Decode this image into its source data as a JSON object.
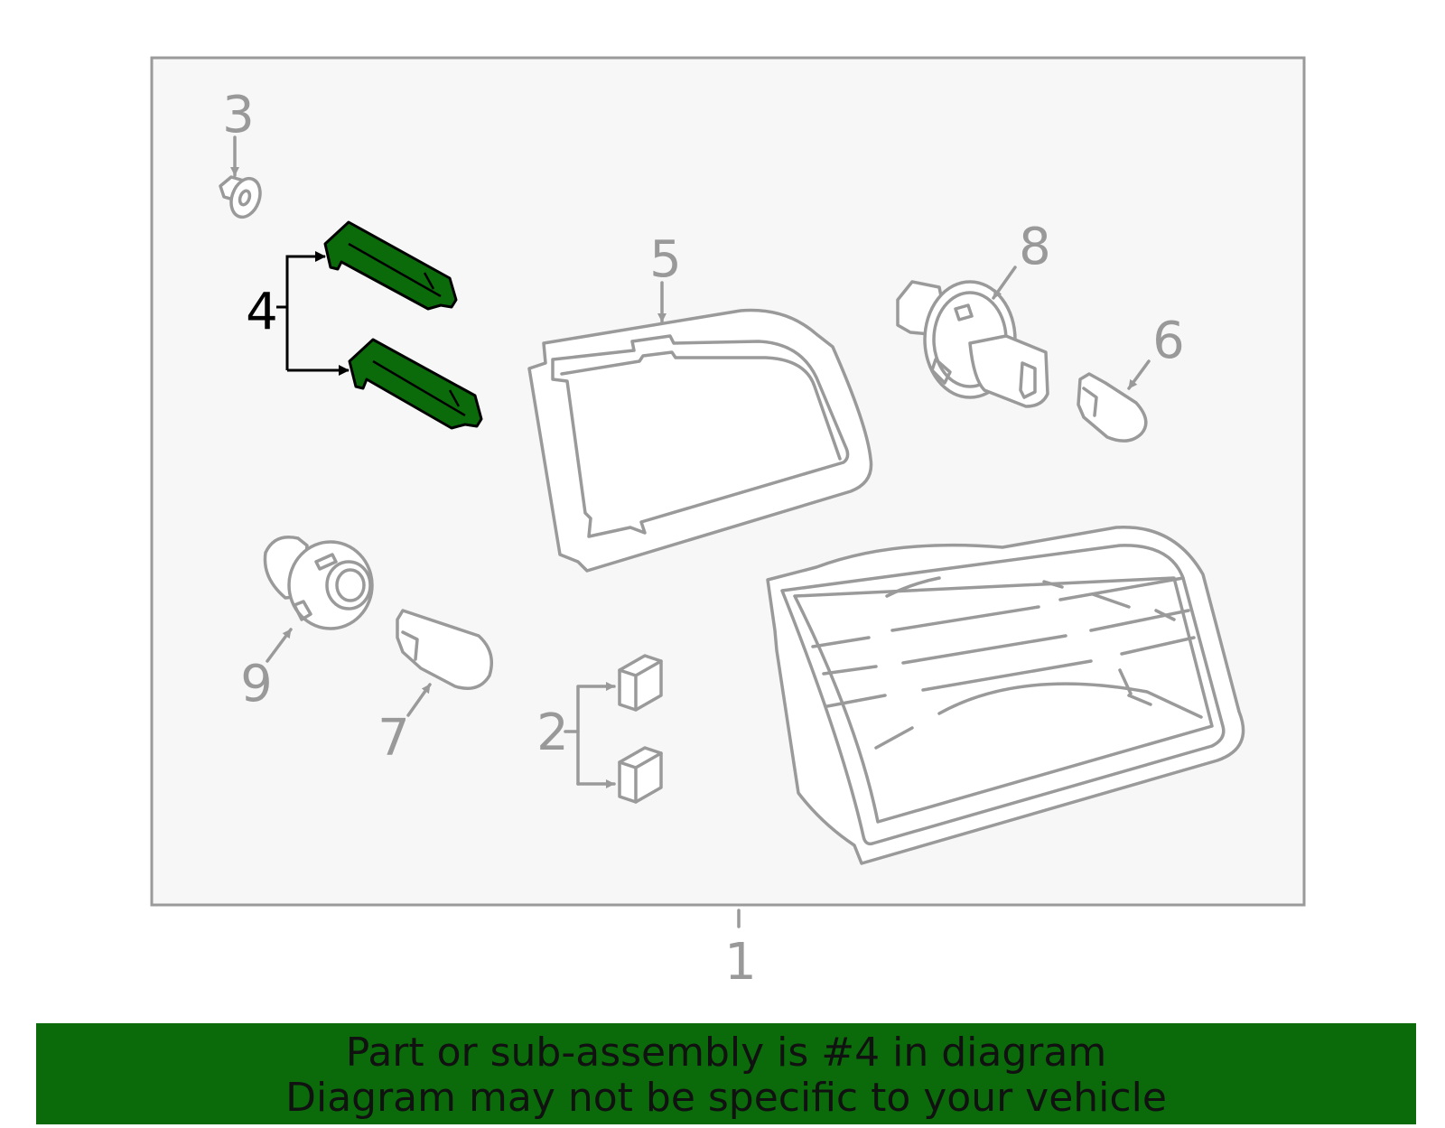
{
  "colors": {
    "highlight": "#0b6b0b",
    "outline": "#9a9a9a",
    "panel": "#f7f7f7"
  },
  "callouts": {
    "c1": "1",
    "c2": "2",
    "c3": "3",
    "c4": "4",
    "c5": "5",
    "c6": "6",
    "c7": "7",
    "c8": "8",
    "c9": "9"
  },
  "banner": {
    "line1": "Part or sub-assembly is #4 in diagram",
    "line2": "Diagram may not be specific to your vehicle"
  }
}
